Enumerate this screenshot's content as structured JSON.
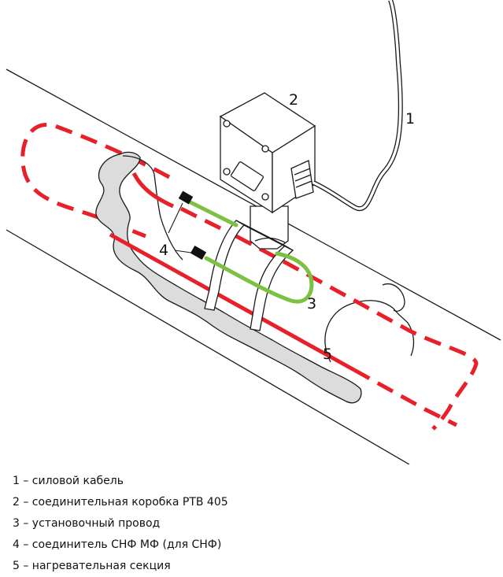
{
  "callouts": {
    "c1": "1",
    "c2": "2",
    "c3": "3",
    "c4": "4",
    "c5": "5"
  },
  "legend": [
    "1 – силовой кабель",
    "2 – соединительная коробка PTB 405",
    "3 – установочный провод",
    "4 – соединитель СНФ МФ (для СНФ)",
    "5 – нагревательная секция"
  ],
  "colors": {
    "heating_section": "#e8202a",
    "installation_wire": "#7cc142",
    "outline": "#1a1a1a",
    "insulation_fill": "#dcdcdc"
  }
}
